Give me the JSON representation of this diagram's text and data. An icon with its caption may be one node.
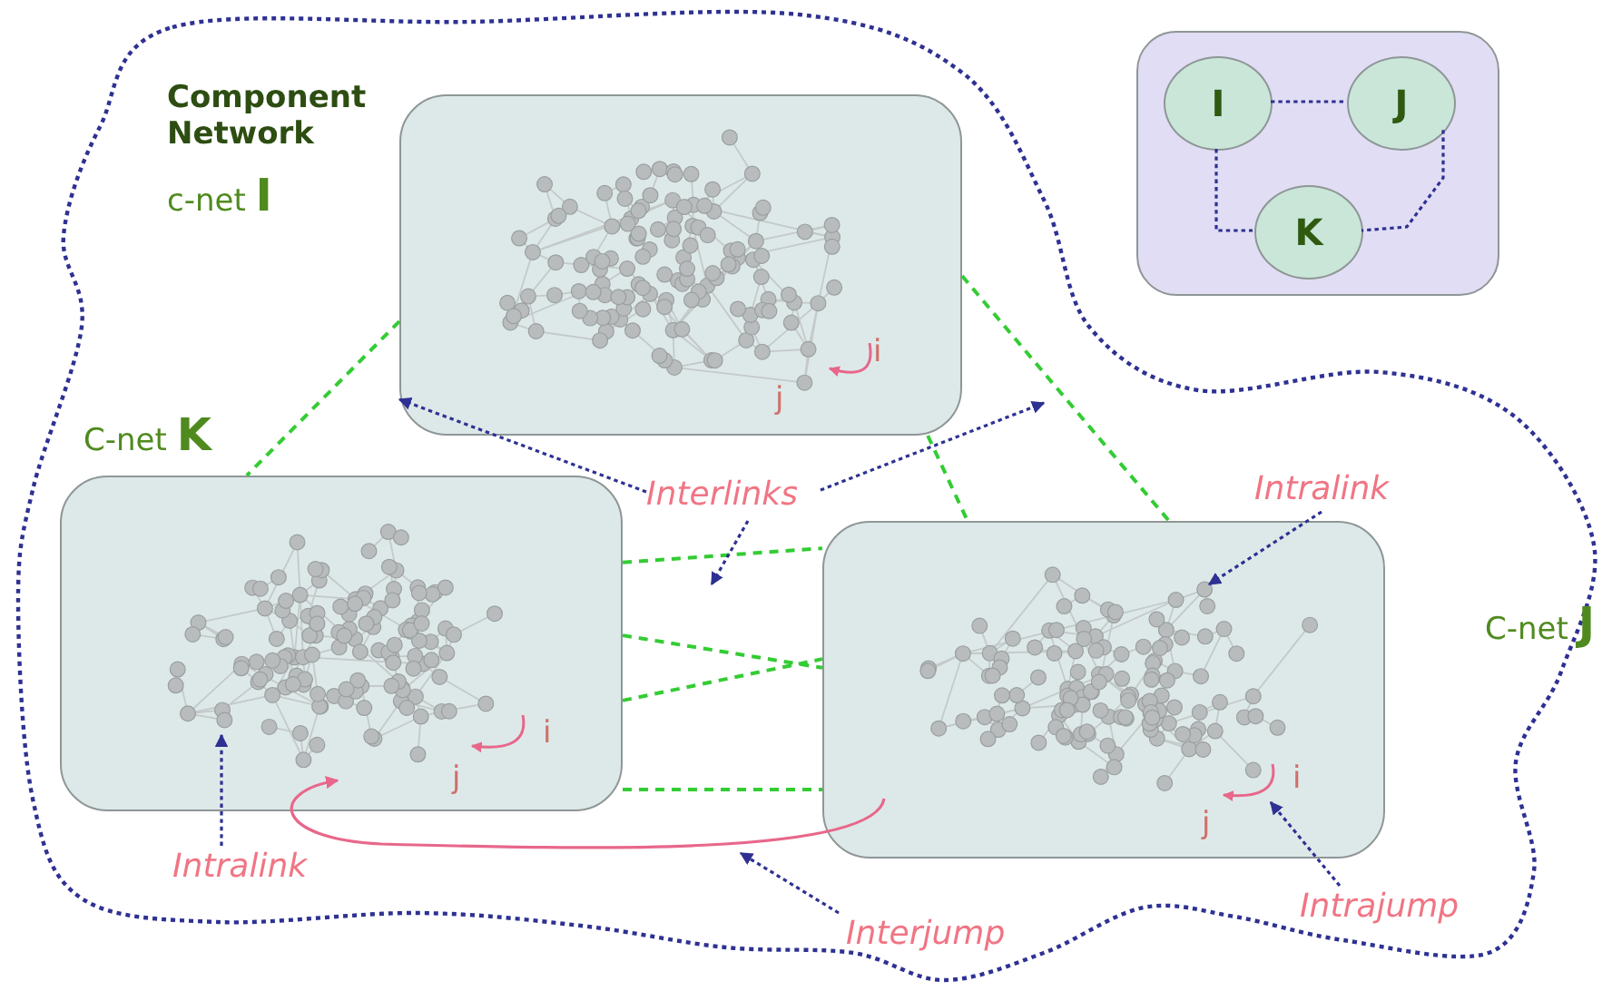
{
  "diagram": {
    "nodes": [
      {
        "text": [],
        "shape": "box",
        "beside": [
          "Component Network",
          "c-net **I**"
        ]
      },
      {
        "text": [],
        "shape": "box"
      },
      {
        "text": [
          "I"
        ],
        "in": 1
      },
      {
        "text": [
          "J"
        ],
        "in": 1
      },
      {
        "text": [
          "K"
        ],
        "in": 1
      },
      {
        "text": [
          "Interlinks"
        ]
      },
      {
        "text": [],
        "shape": "box",
        "beside": [
          "C-net **K**"
        ]
      },
      {
        "text": [
          "Intralink"
        ]
      },
      {
        "text": [],
        "shape": "box",
        "beside": [
          "C-net **J**"
        ]
      },
      {
        "text": [
          "Intralink"
        ]
      },
      {
        "text": [
          "Interjump"
        ]
      },
      {
        "text": [
          "Intrajump"
        ]
      }
    ],
    "edges": [
      {
        "from": 0,
        "to": 6,
        "arrow": "none",
        "style": "dashed",
        "color": "#33cc33"
      },
      {
        "from": 0,
        "to": 8,
        "arrow": "none",
        "style": "dashed",
        "color": "#33cc33"
      },
      {
        "from": 0,
        "to": 8,
        "arrow": "none",
        "style": "dashed",
        "color": "#33cc33"
      },
      {
        "from": 6,
        "to": 8,
        "arrow": "none",
        "style": "dashed",
        "color": "#33cc33"
      },
      {
        "from": 6,
        "to": 8,
        "arrow": "none",
        "style": "dashed",
        "color": "#33cc33"
      },
      {
        "from": 6,
        "to": 8,
        "arrow": "none",
        "style": "dashed",
        "color": "#33cc33"
      },
      {
        "from": 6,
        "to": 8,
        "arrow": "none",
        "style": "dashed",
        "color": "#33cc33"
      },
      {
        "from": 2,
        "to": 3,
        "arrow": "none",
        "style": "dashed"
      },
      {
        "from": 2,
        "to": 4,
        "arrow": "none",
        "style": "dashed"
      },
      {
        "from": 3,
        "to": 4,
        "arrow": "none",
        "style": "dashed"
      },
      {
        "from": 5,
        "to": 0,
        "arrow": "to",
        "style": "dashed"
      },
      {
        "from": 5,
        "to": null,
        "arrow": "to",
        "style": "dashed"
      },
      {
        "from": 5,
        "to": null,
        "arrow": "to",
        "style": "dashed"
      },
      {
        "from": 7,
        "to": 8,
        "arrow": "to",
        "style": "dashed"
      },
      {
        "from": 9,
        "to": 6,
        "arrow": "to",
        "style": "dashed"
      },
      {
        "from": 10,
        "to": null,
        "arrow": "to",
        "style": "dashed"
      },
      {
        "from": 11,
        "to": 8,
        "arrow": "to",
        "style": "dashed"
      },
      {
        "from": 8,
        "to": 6,
        "arrow": "to",
        "color": "#e8678a"
      }
    ],
    "labels": [
      "i",
      "j",
      "i",
      "j",
      "i",
      "j"
    ]
  }
}
